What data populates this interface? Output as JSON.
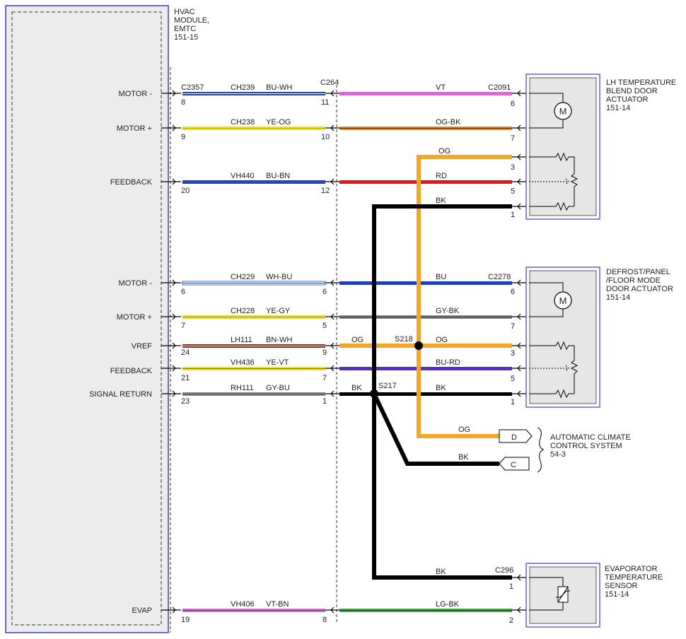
{
  "hvac_module": {
    "title_lines": [
      "HVAC",
      "MODULE,",
      "EMTC",
      "151-15"
    ]
  },
  "pins": [
    {
      "label": "MOTOR -",
      "pin": "8"
    },
    {
      "label": "MOTOR +",
      "pin": "9"
    },
    {
      "label": "FEEDBACK",
      "pin": "20"
    },
    {
      "label": "MOTOR -",
      "pin": "6"
    },
    {
      "label": "MOTOR +",
      "pin": "7"
    },
    {
      "label": "VREF",
      "pin": "24"
    },
    {
      "label": "FEEDBACK",
      "pin": "21"
    },
    {
      "label": "SIGNAL RETURN",
      "pin": "23"
    },
    {
      "label": "EVAP",
      "pin": "19"
    }
  ],
  "connectors": {
    "module": "C2357",
    "inline": "C264",
    "lh_actuator": "C2091",
    "defrost_actuator": "C2278",
    "evap_sensor": "C296"
  },
  "left_wires": [
    {
      "circuit": "CH239",
      "color": "BU-WH",
      "c264_pin": "11",
      "primary": "#1f3fbf",
      "stripe": "#ffffff"
    },
    {
      "circuit": "CH238",
      "color": "YE-OG",
      "c264_pin": "10",
      "primary": "#f2e600",
      "stripe": "#e08a1e"
    },
    {
      "circuit": "VH440",
      "color": "BU-BN",
      "c264_pin": "12",
      "primary": "#1f3fbf",
      "stripe": "#8b4513"
    },
    {
      "circuit": "CH229",
      "color": "WH-BU",
      "c264_pin": "6",
      "primary": "#ffffff",
      "stripe": "#1f3fbf"
    },
    {
      "circuit": "CH228",
      "color": "YE-GY",
      "c264_pin": "5",
      "primary": "#f2e600",
      "stripe": "#888888"
    },
    {
      "circuit": "LH111",
      "color": "BN-WH",
      "c264_pin": "9",
      "primary": "#8b2a1e",
      "stripe": "#ffffff"
    },
    {
      "circuit": "VH436",
      "color": "YE-VT",
      "c264_pin": "7",
      "primary": "#f2e600",
      "stripe": "#8a3fbf"
    },
    {
      "circuit": "RH111",
      "color": "GY-BU",
      "c264_pin": "1",
      "primary": "#888888",
      "stripe": "#1f3fbf"
    },
    {
      "circuit": "VH406",
      "color": "VT-BN",
      "c264_pin": "8",
      "primary": "#d36bd3",
      "stripe": "#8b4513"
    }
  ],
  "right_wires": [
    {
      "color": "VT",
      "pin": "6"
    },
    {
      "color": "OG-BK",
      "pin": "7"
    },
    {
      "color": "OG",
      "pin": "3"
    },
    {
      "color": "RD",
      "pin": "5"
    },
    {
      "color": "BK",
      "pin": "1"
    },
    {
      "color": "BU",
      "pin": "6"
    },
    {
      "color": "GY-BK",
      "pin": "7"
    },
    {
      "color": "OG",
      "pin": "3"
    },
    {
      "color": "BU-RD",
      "pin": "5"
    },
    {
      "color": "BK",
      "pin": "1"
    },
    {
      "color": "BK",
      "pin": "1"
    },
    {
      "color": "LG-BK",
      "pin": "2"
    }
  ],
  "mid_labels": {
    "og_vref": "OG",
    "bk_return": "BK",
    "og_to_acc": "OG",
    "bk_to_acc": "BK"
  },
  "splices": {
    "s218": "S218",
    "s217": "S217"
  },
  "components": {
    "lh_actuator": [
      "LH TEMPERATURE",
      "BLEND DOOR",
      "ACTUATOR",
      "151-14"
    ],
    "defrost_actuator": [
      "DEFROST/PANEL",
      "/FLOOR MODE",
      "DOOR ACTUATOR",
      "151-14"
    ],
    "acc": [
      "AUTOMATIC CLIMATE",
      "CONTROL SYSTEM",
      "54-3"
    ],
    "evap_sensor": [
      "EVAPORATOR",
      "TEMPERATURE",
      "SENSOR",
      "151-14"
    ]
  },
  "acc_pins": {
    "d": "D",
    "c": "C"
  },
  "motor_symbol": "M",
  "colors": {
    "VT": "#d36bd3",
    "OG": "#f5a623",
    "OG_BK_stripe": "#3a2a10",
    "RD": "#ee1111",
    "BK": "#000000",
    "BU": "#1f3fbf",
    "GY": "#888888",
    "BU_RD_stripe": "#cc1111",
    "LG": "#3fae3f",
    "module_border": "#3b3bdf",
    "module_fill": "#ececec",
    "component_fill": "#e6e6e6"
  }
}
